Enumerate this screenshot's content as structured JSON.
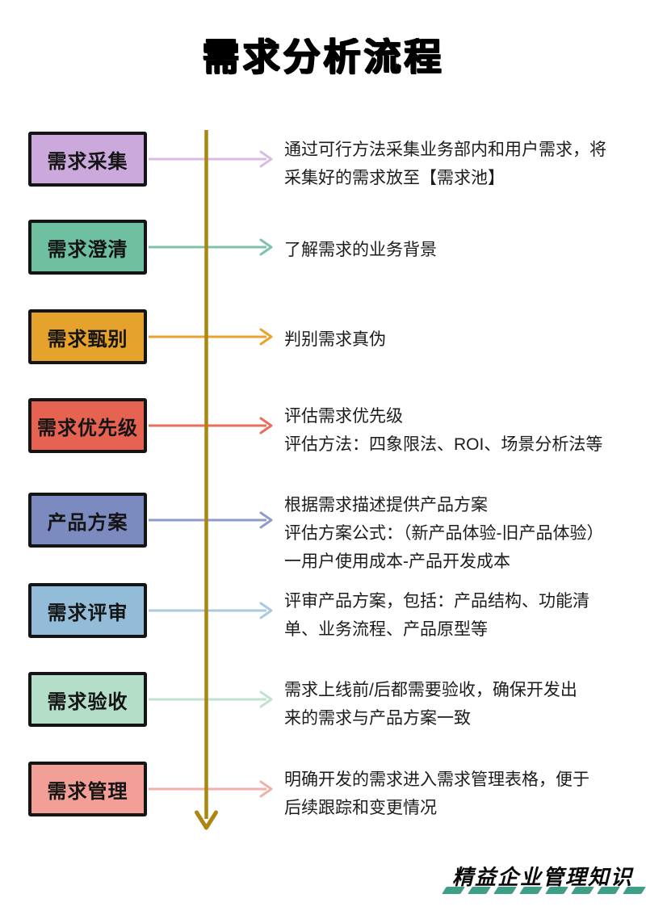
{
  "page": {
    "title": "需求分析流程",
    "background_color": "#ffffff"
  },
  "timeline": {
    "color": "#AD8511"
  },
  "steps": [
    {
      "label": "需求采集",
      "box_color": "#CBA9DC",
      "arrow_color": "#D9BCE6",
      "description": [
        "通过可行方法采集业务部内和用户需求，将",
        "采集好的需求放至【需求池】"
      ]
    },
    {
      "label": "需求澄清",
      "box_color": "#6FC0A0",
      "arrow_color": "#7FC2AB",
      "description": [
        "了解需求的业务背景"
      ]
    },
    {
      "label": "需求甄别",
      "box_color": "#E5A32E",
      "arrow_color": "#E8A32D",
      "description": [
        "判别需求真伪"
      ]
    },
    {
      "label": "需求优先级",
      "box_color": "#E66352",
      "arrow_color": "#E96F5B",
      "description": [
        "评估需求优先级",
        "评估方法：四象限法、ROI、场景分析法等"
      ]
    },
    {
      "label": "产品方案",
      "box_color": "#7B8BBF",
      "arrow_color": "#8D9CCC",
      "description": [
        "根据需求描述提供产品方案",
        "评估方案公式：（新产品体验-旧产品体验）",
        "一用户使用成本-产品开发成本"
      ]
    },
    {
      "label": "需求评审",
      "box_color": "#93BCD8",
      "arrow_color": "#A9CADF",
      "description": [
        "评审产品方案，包括：产品结构、功能清",
        "单、业务流程、产品原型等"
      ]
    },
    {
      "label": "需求验收",
      "box_color": "#B5DEC8",
      "arrow_color": "#C0E2D0",
      "description": [
        "需求上线前/后都需要验收，确保开发出",
        "来的需求与产品方案一致"
      ]
    },
    {
      "label": "需求管理",
      "box_color": "#F2A097",
      "arrow_color": "#F2B0A9",
      "description": [
        "明确开发的需求进入需求管理表格，便于",
        "后续跟踪和变更情况"
      ]
    }
  ],
  "watermark": {
    "text": "精益企业管理知识",
    "dash_color": "#3D9F88",
    "dash_count": 8
  }
}
